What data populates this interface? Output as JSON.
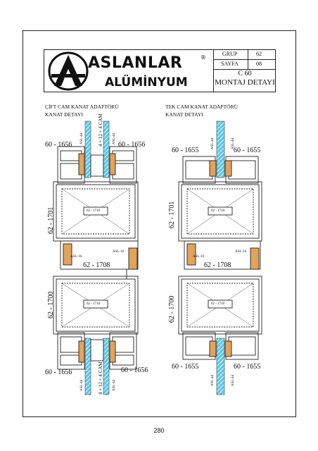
{
  "header": {
    "brand": "ASLANLAR",
    "reg_mark": "®",
    "subtitle": "ALÜMİNYUM",
    "grup_label": "GRUP",
    "grup_value": "62",
    "sayfa_label": "SAYFA",
    "sayfa_value": "08",
    "title_line1": "C 60",
    "title_line2": "MONTAJ DETAYI"
  },
  "left": {
    "heading_line1": "ÇİFT CAM KANAT ADAPTÖRÜ",
    "heading_line2": "KANAT DETAYI",
    "top_left": "60 - 1656",
    "top_right": "60 - 1656",
    "bottom_left": "60 - 1656",
    "bottom_right": "60 - 1656",
    "v_upper": "62 - 1701",
    "v_lower": "62 - 1700",
    "mullion": "62 - 1708",
    "insert_upper": "62 - 1710",
    "insert_lower": "62 - 1710",
    "gasket_left": "ASL-16",
    "gasket_right": "ASL-16",
    "glass_top": "4 + 12 + 4 CAM",
    "glass_bottom": "4 + 12 + 4 CAM",
    "seal_tl": "ASL-44",
    "seal_tr": "ASL-44",
    "seal_bl": "ASL-44",
    "seal_br": "ASL-44"
  },
  "right": {
    "heading_line1": "TEK CAM KANAT ADAPTÖRÜ",
    "heading_line2": "KANAT DETAYI",
    "top_left": "60 - 1655",
    "top_right": "60 - 1655",
    "bottom_left": "60 - 1655",
    "bottom_right": "60 - 1655",
    "v_upper": "62 - 1701",
    "v_lower": "62 - 1700",
    "mullion": "62 - 1708",
    "insert_upper": "62 - 1710",
    "insert_lower": "62 - 1710",
    "gasket_left": "ASL-16",
    "gasket_right": "ASL-16",
    "seal_tl": "ASL-44",
    "seal_tr": "ASL-44",
    "seal_bl": "ASL-44",
    "seal_br": "ASL-44"
  },
  "page_number": "280",
  "colors": {
    "glass": "#5ec8e6",
    "gasket": "#e2a35a",
    "line": "#222222"
  }
}
